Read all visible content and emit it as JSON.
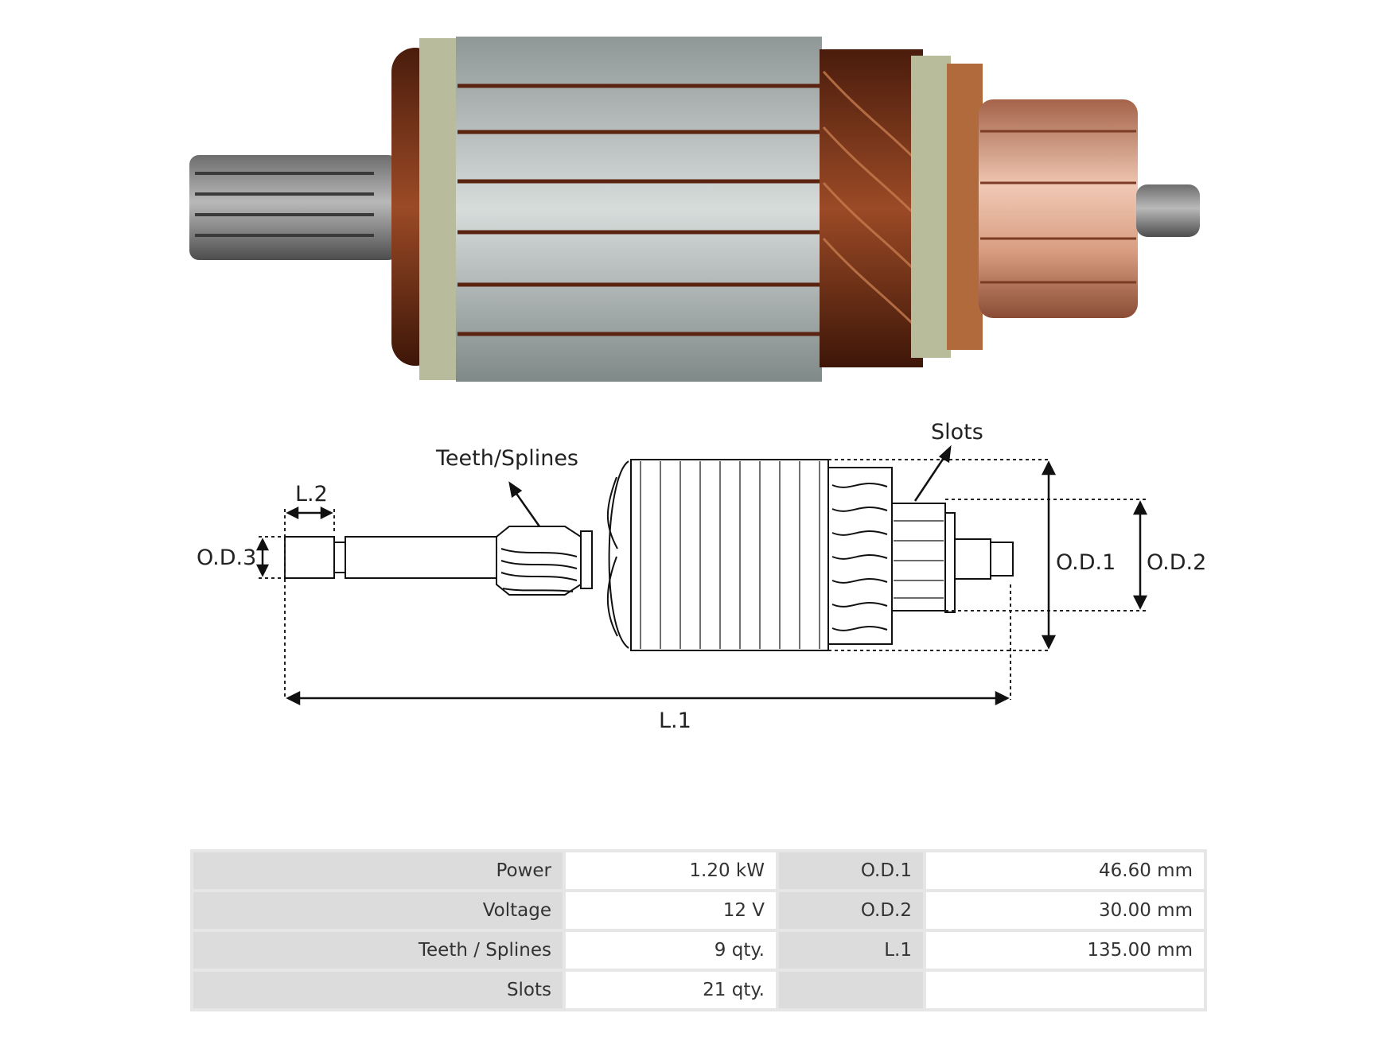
{
  "diagram_labels": {
    "teeth_splines": "Teeth/Splines",
    "slots": "Slots",
    "l2": "L.2",
    "od3": "O.D.3",
    "od1": "O.D.1",
    "od2": "O.D.2",
    "l1": "L.1"
  },
  "specs": [
    {
      "label": "Power",
      "value": "1.20 kW",
      "label2": "O.D.1",
      "value2": "46.60 mm"
    },
    {
      "label": "Voltage",
      "value": "12 V",
      "label2": "O.D.2",
      "value2": "30.00 mm"
    },
    {
      "label": "Teeth / Splines",
      "value": "9 qty.",
      "label2": "L.1",
      "value2": "135.00 mm"
    },
    {
      "label": "Slots",
      "value": "21 qty.",
      "label2": "",
      "value2": ""
    }
  ]
}
